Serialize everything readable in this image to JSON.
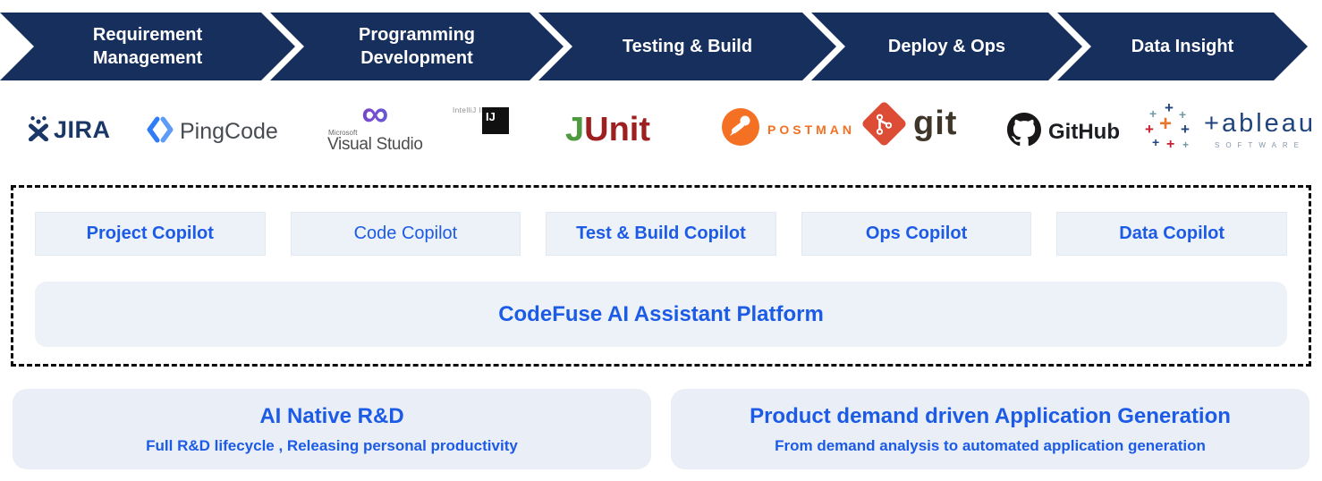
{
  "banner": {
    "stages": [
      {
        "label": "Requirement Management"
      },
      {
        "label": "Programming Development"
      },
      {
        "label": "Testing & Build"
      },
      {
        "label": "Deploy & Ops"
      },
      {
        "label": "Data Insight"
      }
    ]
  },
  "tools": {
    "jira": {
      "name": "JIRA"
    },
    "pingcode": {
      "name": "PingCode"
    },
    "visualstudio": {
      "brand": "Microsoft",
      "name": "Visual Studio",
      "infinity": "∞"
    },
    "intellij": {
      "abbr": "IJ",
      "caption": "IntelliJ IDEA"
    },
    "junit": {
      "j": "J",
      "unit": "Unit"
    },
    "postman": {
      "name": "POSTMAN"
    },
    "git": {
      "name": "git"
    },
    "github": {
      "name": "GitHub"
    },
    "tableau": {
      "t": "+",
      "rest": "ableau",
      "sub": "SOFTWARE",
      "glyph": "+"
    }
  },
  "copilots": [
    {
      "label": "Project Copilot"
    },
    {
      "label": "Code Copilot"
    },
    {
      "label": "Test & Build Copilot"
    },
    {
      "label": "Ops Copilot"
    },
    {
      "label": "Data Copilot"
    }
  ],
  "platform": {
    "label": "CodeFuse AI Assistant Platform"
  },
  "features": [
    {
      "title": "AI Native R&D",
      "subtitle": "Full R&D lifecycle , Releasing personal productivity"
    },
    {
      "title": "Product demand driven Application Generation",
      "subtitle": "From demand analysis to automated application generation"
    }
  ],
  "colors": {
    "navy": "#172F5D",
    "accent_blue": "#1C5BE5",
    "panel": "#EDF1F8",
    "feature_panel": "#E9EEF7"
  }
}
